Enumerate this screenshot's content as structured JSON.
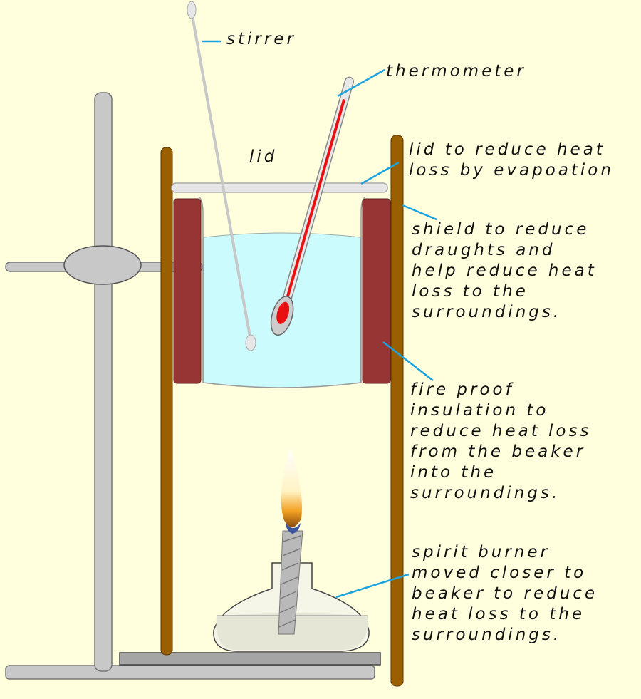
{
  "colors": {
    "background": "#ffffdd",
    "leader_line": "#1aa3e0",
    "shield_post": "#9a5f00",
    "insulation": "#973535",
    "water": "#ccfbfe",
    "thermometer_liquid": "#e81010",
    "retort_stand": "#c8c8c8"
  },
  "labels": {
    "stirrer": "stirrer",
    "thermometer": "thermometer",
    "lid": "lid",
    "lid_note": "lid to reduce heat\nloss by evapoation",
    "shield_note": "shield to reduce\ndraughts and\nhelp reduce heat\nloss to the\nsurroundings.",
    "insulation_note": "fire proof\ninsulation to\nreduce heat loss\nfrom the beaker\ninto the\nsurroundings.",
    "burner_note": "spirit burner\nmoved closer to\nbeaker to reduce\nheat loss to the\nsurroundings."
  }
}
